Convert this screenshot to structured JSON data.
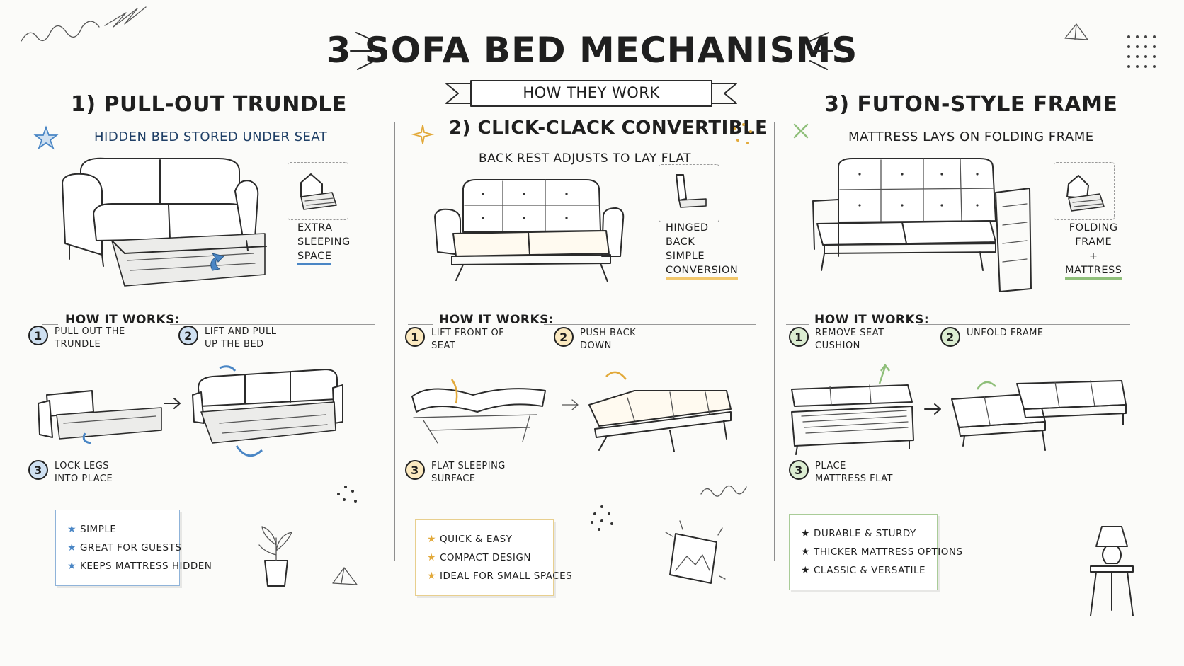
{
  "title": "3 Sofa Bed Mechanisms",
  "subtitle": "How They Work",
  "how_label": "How It Works:",
  "colors": {
    "trundle_accent": "#4a86c5",
    "clickclack_accent": "#f2c76b",
    "futon_accent": "#8fbf7a",
    "ink": "#2b2b2b"
  },
  "panels": [
    {
      "title": "1) Pull-Out Trundle",
      "subtitle": "Hidden Bed Stored Under Seat",
      "notes": [
        "Extra",
        "Sleeping",
        "Space"
      ],
      "steps": [
        {
          "num": "1",
          "text": "Pull out the trundle"
        },
        {
          "num": "2",
          "text": "Lift and pull up the bed"
        },
        {
          "num": "3",
          "text": "Lock legs into place"
        }
      ],
      "pros": [
        "Simple",
        "Great for guests",
        "Keeps mattress hidden"
      ]
    },
    {
      "title": "2) Click-Clack Convertible",
      "subtitle": "Back Rest Adjusts to Lay Flat",
      "notes": [
        "Hinged",
        "Back",
        "Simple",
        "Conversion"
      ],
      "steps": [
        {
          "num": "1",
          "text": "Lift front of seat"
        },
        {
          "num": "2",
          "text": "Push back down"
        },
        {
          "num": "3",
          "text": "Flat sleeping surface"
        }
      ],
      "pros": [
        "Quick & easy",
        "Compact design",
        "Ideal for small spaces"
      ]
    },
    {
      "title": "3) Futon-Style Frame",
      "subtitle": "Mattress Lays on Folding Frame",
      "notes": [
        "Folding",
        "Frame",
        "+",
        "Mattress"
      ],
      "steps": [
        {
          "num": "1",
          "text": "Remove seat cushion"
        },
        {
          "num": "2",
          "text": "Unfold frame"
        },
        {
          "num": "3",
          "text": "Place mattress flat"
        }
      ],
      "pros": [
        "Durable & sturdy",
        "Thicker mattress options",
        "Classic & versatile"
      ]
    }
  ]
}
